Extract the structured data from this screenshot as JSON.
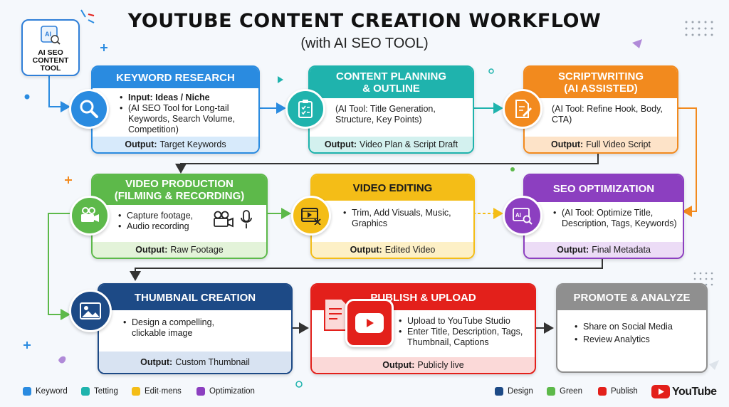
{
  "header": {
    "title": "YOUTUBE CONTENT CREATION WORKFLOW",
    "subtitle": "(with AI SEO TOOL)"
  },
  "ai_badge": {
    "icon_text": "AI",
    "label_line1": "AI SEO",
    "label_line2": "CONTENT",
    "label_line3": "TOOL"
  },
  "steps": [
    {
      "key": "keyword-research",
      "title": "KEYWORD RESEARCH",
      "icon": "search-icon",
      "color": "#2a8be0",
      "bullets": [
        "Input: Ideas / Niche",
        "(AI SEO Tool for Long-tail Keywords, Search Volume, Competition)"
      ],
      "output_label": "Output:",
      "output_value": "Target Keywords"
    },
    {
      "key": "content-planning",
      "title_line1": "CONTENT PLANNING",
      "title_line2": "& OUTLINE",
      "icon": "clipboard-icon",
      "color": "#1fb3ad",
      "body": "(AI Tool: Title Generation, Structure, Key Points)",
      "output_label": "Output:",
      "output_value": "Video Plan & Script Draft"
    },
    {
      "key": "scriptwriting",
      "title_line1": "SCRIPTWRITING",
      "title_line2": "(AI ASSISTED)",
      "icon": "document-pen-icon",
      "color": "#f28a1e",
      "body": "(AI Tool: Refine Hook, Body, CTA)",
      "output_label": "Output:",
      "output_value": "Full Video Script"
    },
    {
      "key": "video-production",
      "title_line1": "VIDEO PRODUCTION",
      "title_line2": "(FILMING & RECORDING)",
      "icon": "camera-icon",
      "color": "#5db94a",
      "bullets": [
        "Capture footage,",
        "Audio recording"
      ],
      "output_label": "Output:",
      "output_value": "Raw Footage"
    },
    {
      "key": "video-editing",
      "title": "VIDEO EDITING",
      "icon": "film-edit-icon",
      "color": "#f4bd17",
      "bullets": [
        "Trim, Add Visuals, Music, Graphics"
      ],
      "output_label": "Output:",
      "output_value": "Edited Video"
    },
    {
      "key": "seo-optimization",
      "title": "SEO OPTIMIZATION",
      "icon": "seo-search-icon",
      "color": "#8c3fc0",
      "bullets": [
        "(AI Tool: Optimize Title, Description, Tags, Keywords)"
      ],
      "output_label": "Output:",
      "output_value": "Final Metadata"
    },
    {
      "key": "thumbnail-creation",
      "title": "THUMBNAIL CREATION",
      "icon": "image-icon",
      "color": "#1d4a86",
      "bullets": [
        "Design a compelling, clickable image"
      ],
      "output_label": "Output:",
      "output_value": "Custom Thumbnail"
    },
    {
      "key": "publish-upload",
      "title": "PUBLISH & UPLOAD",
      "icon": "youtube-play-icon",
      "color": "#e3201b",
      "bullets": [
        "Upload to YouTube Studio",
        "Enter Title, Description, Tags, Thumbnail, Captions"
      ],
      "output_label": "Output:",
      "output_value": "Publicly live"
    },
    {
      "key": "promote-analyze",
      "title": "PROMOTE & ANALYZE",
      "icon": "none",
      "color": "#8f8f8f",
      "bullets": [
        "Share on Social Media",
        "Review Analytics"
      ]
    }
  ],
  "legend": {
    "items": [
      {
        "label": "Keyword",
        "color": "#2a8be0"
      },
      {
        "label": "Tetting",
        "color": "#1fb3ad"
      },
      {
        "label": "Edit·mens",
        "color": "#f4bd17"
      },
      {
        "label": "Optimization",
        "color": "#8c3fc0"
      },
      {
        "label": "Design",
        "color": "#1d4a86"
      },
      {
        "label": "Green",
        "color": "#5db94a"
      },
      {
        "label": "Publish",
        "color": "#e3201b"
      }
    ],
    "brand": "YouTube"
  }
}
